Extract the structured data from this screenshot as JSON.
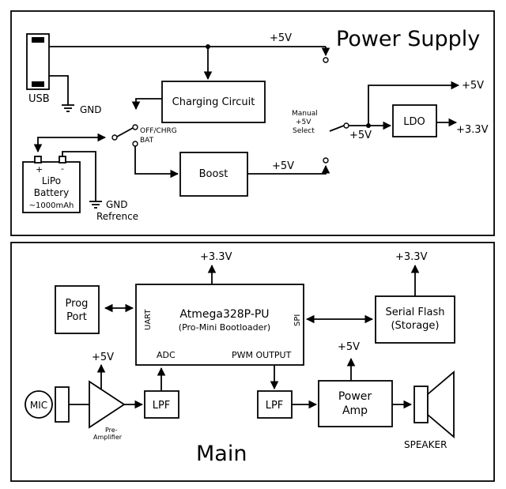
{
  "sections": {
    "power_title": "Power Supply",
    "main_title": "Main"
  },
  "power": {
    "usb": "USB",
    "gnd": "GND",
    "plus5v_top": "+5V",
    "charging": "Charging Circuit",
    "switch_label_1": "OFF/CHRG",
    "switch_label_2": "BAT",
    "manual_1": "Manual",
    "manual_2": "+5V",
    "manual_3": "Select",
    "plus5v_mid": "+5V",
    "plus5v_out": "+5V",
    "ldo": "LDO",
    "plus3v3_out": "+3.3V",
    "boost": "Boost",
    "plus5v_boost": "+5V",
    "battery_plus": "+",
    "battery_minus": "-",
    "battery_1": "LiPo",
    "battery_2": "Battery",
    "battery_3": "~1000mAh",
    "gnd_ref_1": "GND",
    "gnd_ref_2": "Refrence"
  },
  "main": {
    "plus3v3_mcu": "+3.3V",
    "plus3v3_flash": "+3.3V",
    "prog_1": "Prog",
    "prog_2": "Port",
    "mcu_name": "Atmega328P-PU",
    "mcu_sub": "(Pro-Mini Bootloader)",
    "uart": "UART",
    "spi": "SPI",
    "adc": "ADC",
    "pwm": "PWM OUTPUT",
    "flash_1": "Serial Flash",
    "flash_2": "(Storage)",
    "plus5v_preamp": "+5V",
    "plus5v_amp": "+5V",
    "mic": "MIC",
    "preamp_1": "Pre-",
    "preamp_2": "Amplifier",
    "lpf_1": "LPF",
    "lpf_2": "LPF",
    "amp_1": "Power",
    "amp_2": "Amp",
    "speaker": "SPEAKER"
  }
}
